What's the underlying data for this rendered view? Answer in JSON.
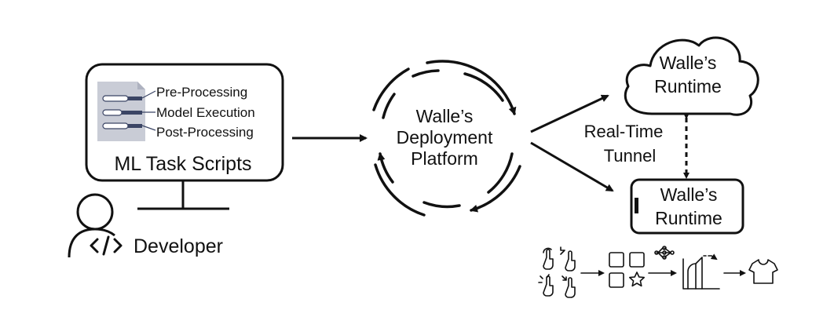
{
  "monitor": {
    "title": "ML Task Scripts",
    "steps": [
      "Pre-Processing",
      "Model Execution",
      "Post-Processing"
    ]
  },
  "developer": {
    "label": "Developer"
  },
  "platform": {
    "lines": [
      "Walle’s",
      "Deployment",
      "Platform"
    ]
  },
  "tunnel": {
    "lines": [
      "Real-Time",
      "Tunnel"
    ]
  },
  "cloud_runtime": {
    "lines": [
      "Walle’s",
      "Runtime"
    ]
  },
  "device_runtime": {
    "lines": [
      "Walle’s",
      "Runtime"
    ]
  },
  "colors": {
    "stroke": "#111111",
    "doc_fill": "#c9ccd6",
    "doc_bar": "#3b4565"
  }
}
